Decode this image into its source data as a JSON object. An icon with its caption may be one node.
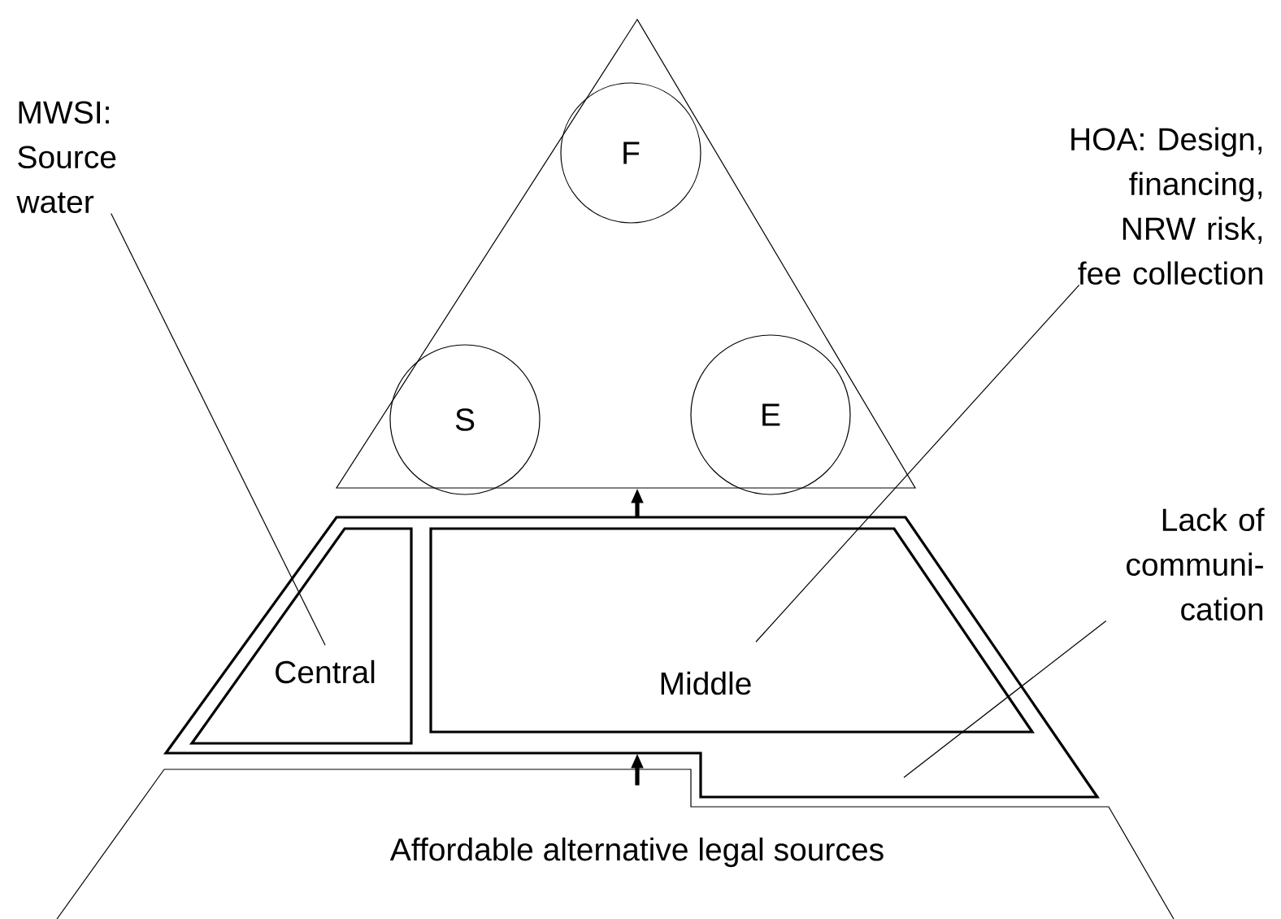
{
  "diagram": {
    "nodes": [
      {
        "text": [],
        "shape": "triangle"
      },
      {
        "text": [
          "F"
        ],
        "in": 0
      },
      {
        "text": [
          "S"
        ],
        "in": 0
      },
      {
        "text": [
          "E"
        ],
        "in": 0
      },
      {
        "text": [],
        "shape": "trapezoid"
      },
      {
        "text": [
          "Central"
        ],
        "in": 4
      },
      {
        "text": [
          "Middle"
        ],
        "in": 4
      },
      {
        "text": [
          "Affordable alternative legal sources"
        ]
      },
      {
        "text": [
          "MWSI: Source water"
        ]
      },
      {
        "text": [
          "HOA: Design, financing, NRW risk, fee collection"
        ]
      },
      {
        "text": [
          "Lack of communi-cation"
        ]
      }
    ],
    "edges": [
      {
        "from": 4,
        "to": 0,
        "arrow": "to",
        "style": "thick"
      },
      {
        "from": 7,
        "to": 4,
        "arrow": "to",
        "style": "thick"
      },
      {
        "from": 8,
        "to": 5,
        "arrow": "none"
      },
      {
        "from": 9,
        "to": 6,
        "arrow": "none"
      },
      {
        "from": 10,
        "to": 4,
        "arrow": "none"
      }
    ]
  }
}
